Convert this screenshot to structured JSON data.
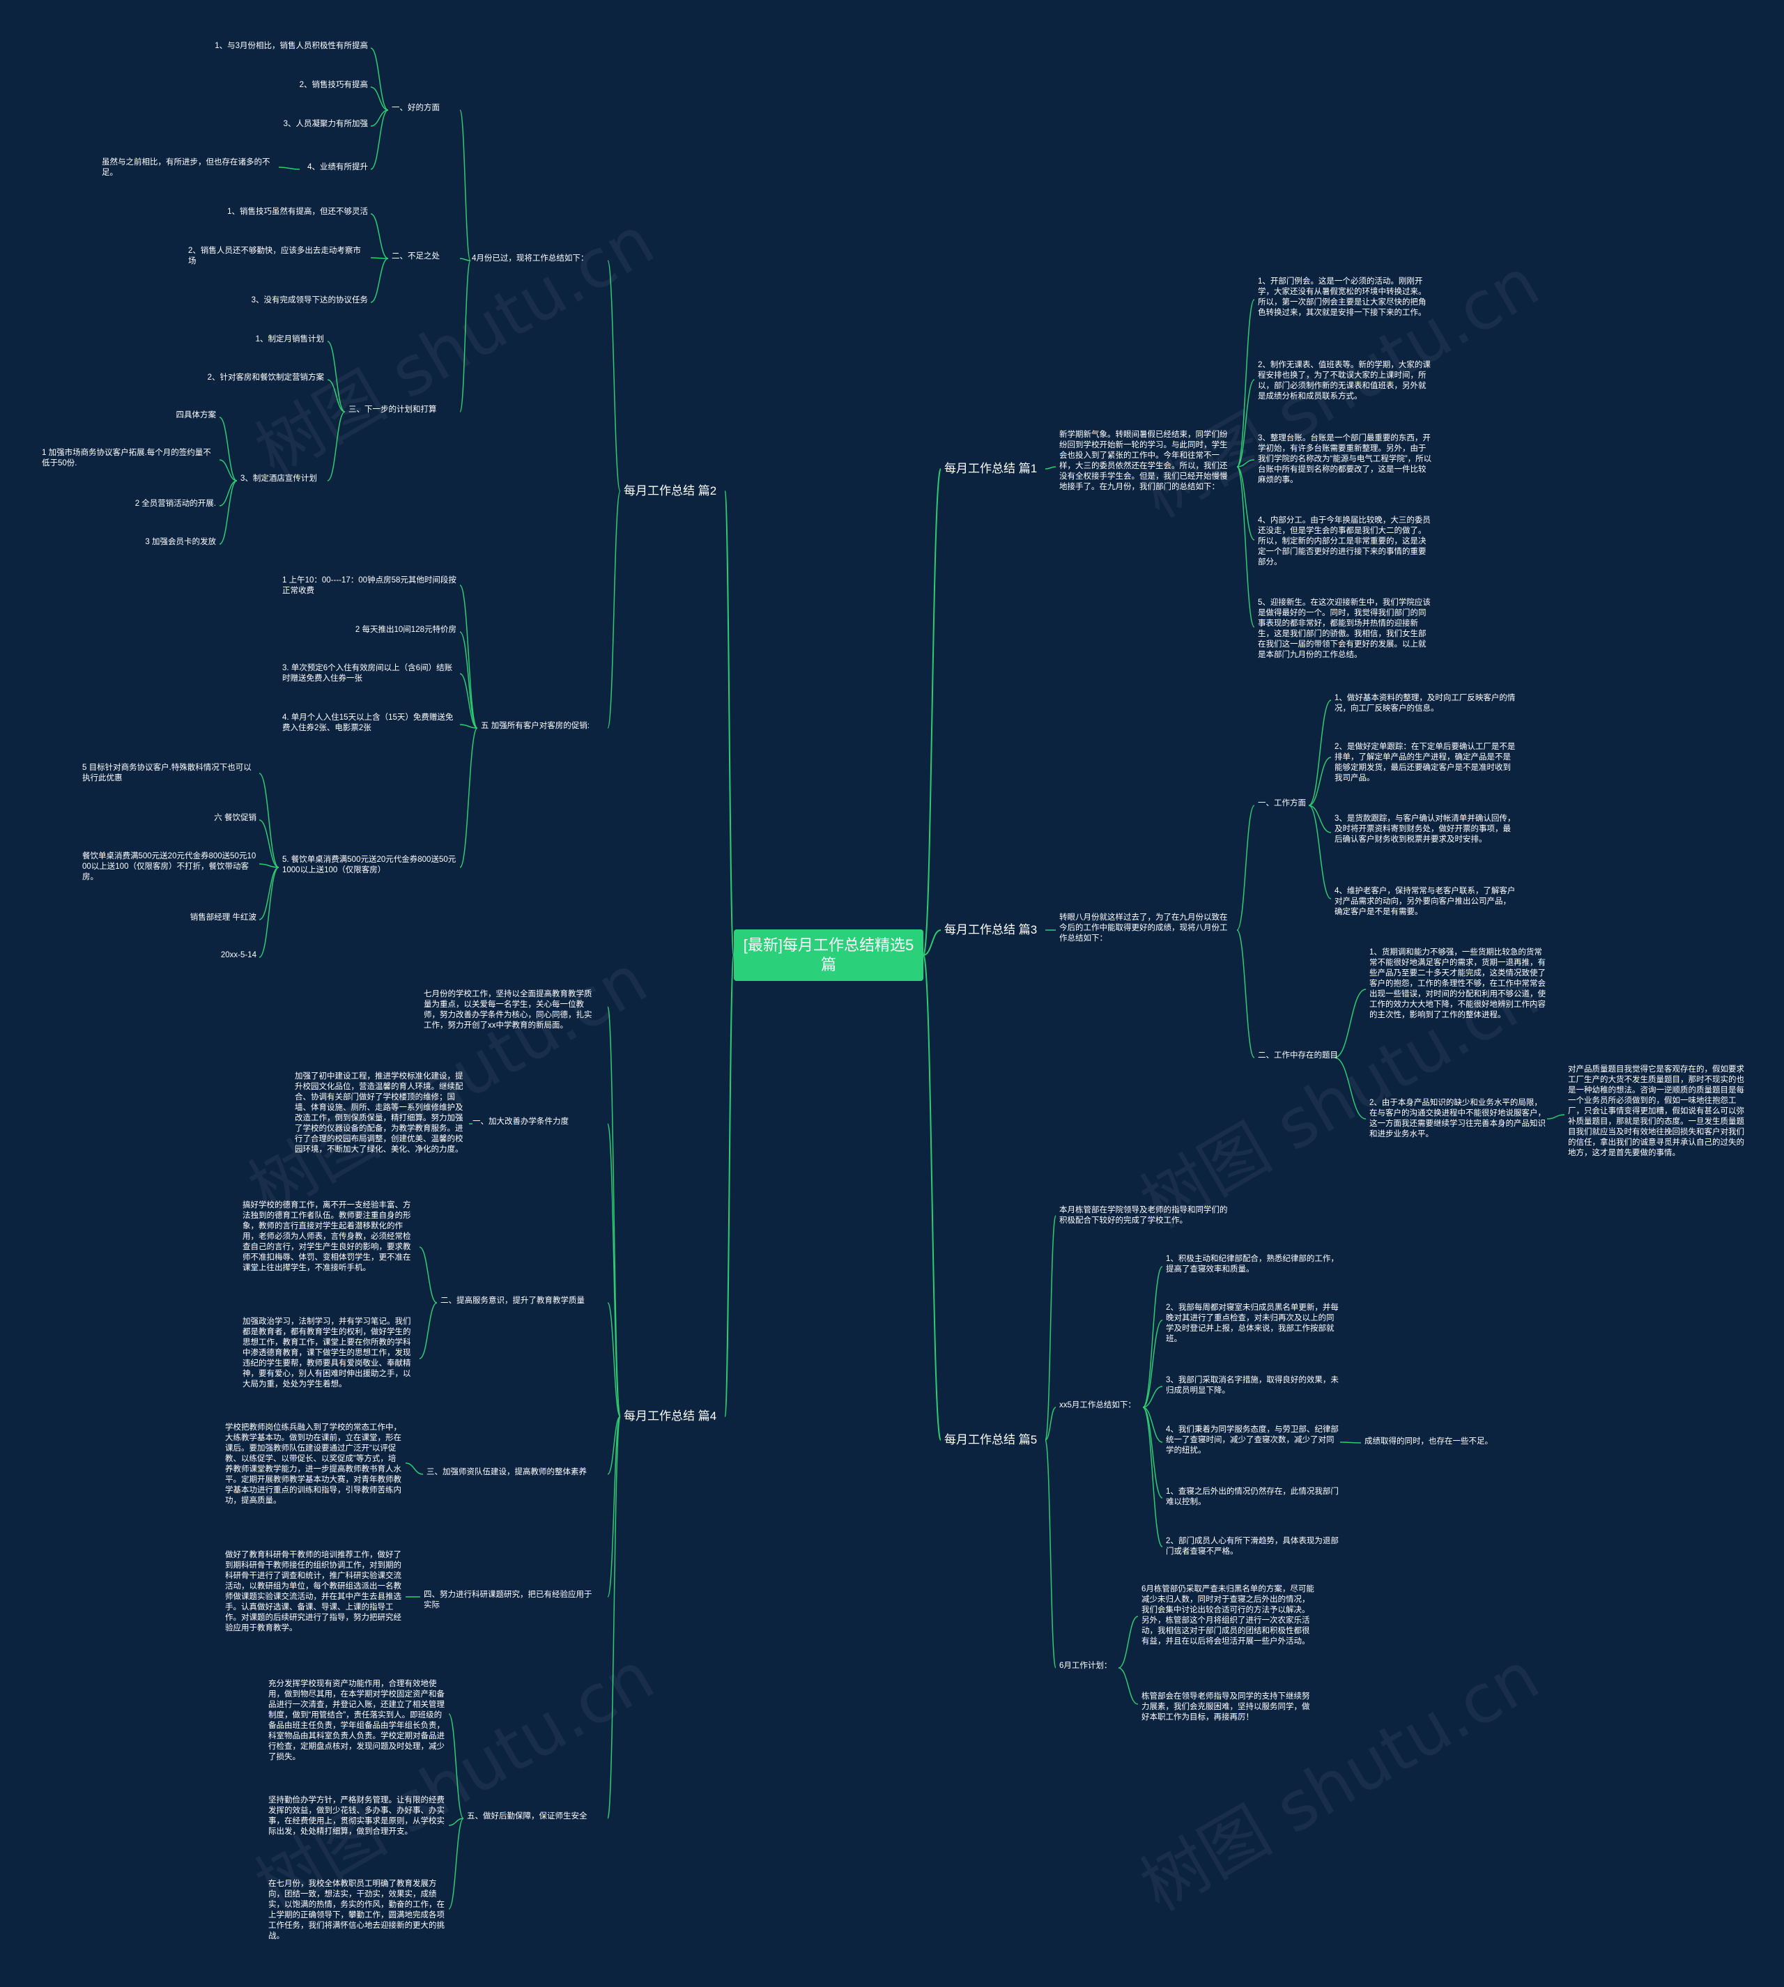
{
  "root": "[最新]每月工作总结精选5篇",
  "watermark": "树图 shutu.cn",
  "colors": {
    "background": "#0c2340",
    "line": "#2ecc71",
    "root": "#2ad07a",
    "text": "#ffffff"
  },
  "branches": {
    "b1": {
      "label": "每月工作总结 篇1",
      "n1": "新学期新气象。转眼间暑假已经结束，同学们纷纷回到学校开始新一轮的学习。与此同时，学生会也投入到了紧张的工作中。今年和往常不一样，大三的委员依然还在学生会。所以，我们还没有全权接手学生会。但是，我们已经开始慢慢地接手了。在九月份，我们部门的总结如下：",
      "items": [
        "1、开部门例会。这是一个必须的活动。刚刚开学，大家还没有从暑假宽松的环境中转换过来。所以，第一次部门例会主要是让大家尽快的把角色转换过来，其次就是安排一下接下来的工作。",
        "2、制作无课表、值班表等。新的学期，大家的课程安排也换了，为了不耽误大家的上课时间，所以，部门必须制作新的无课表和值班表，另外就是成绩分析和成员联系方式。",
        "3、整理台账。台账是一个部门最重要的东西，开学初始，有许多台账需要重新整理。另外，由于我们学院的名称改为“能源与电气工程学院”，所以台账中所有提到名称的都要改了，这是一件比较麻烦的事。",
        "4、内部分工。由于今年换届比较晚，大三的委员还没走，但是学生会的事都是我们大二的做了。所以，制定新的内部分工是非常重要的，这是决定一个部门能否更好的进行接下来的事情的重要部分。",
        "5、迎接新生。在这次迎接新生中，我们学院应该是做得最好的一个。同时，我觉得我们部门的同事表现的都非常好，都能到场并热情的迎接新生，这是我们部门的骄傲。我相信，我们女生部在我们这一届的带领下会有更好的发展。以上就是本部门九月份的工作总结。"
      ]
    },
    "b2": {
      "label": "每月工作总结 篇2",
      "april": "4月份已过，现将工作总结如下：",
      "good": "一、好的方面",
      "good_items": [
        "1、与3月份相比，销售人员积极性有所提高",
        "2、销售技巧有提高",
        "3、人员凝聚力有所加强",
        "4、业绩有所提升"
      ],
      "good_extra": "虽然与之前相比，有所进步，但也存在诸多的不足。",
      "bad": "二、不足之处",
      "bad_items": [
        "1、销售技巧虽然有提高，但还不够灵活",
        "2、销售人员还不够勤快，应该多出去走动考察市场",
        "3、没有完成领导下达的协议任务"
      ],
      "plan": "三、下一步的计划和打算",
      "plan_items": [
        "1、制定月销售计划",
        "2、针对客房和餐饮制定营销方案"
      ],
      "plan3": "3、制定酒店宣传计划",
      "plan3_items": [
        "四具体方案",
        "1 加强市场商务协议客户拓展.每个月的签约量不低于50份.",
        "2 全员营销活动的开展.",
        "3 加强会员卡的发放"
      ],
      "five": "五 加强所有客户对客房的促销:",
      "five_items": [
        "1 上午10：00----17：00钟点房58元其他时间段按正常收费",
        "2 每天推出10间128元特价房",
        "3. 单次预定6个入住有效房间以上（含6间）结账时赠送免费入住券一张",
        "4. 单月个人入住15天以上含（15天）免费赠送免费入住券2张、电影票2张"
      ],
      "five5": "5. 餐饮单桌消费满500元送20元代金券800送50元1000以上送100（仅限客房）",
      "five5_items": [
        "5 目标针对商务协议客户.特殊散科情况下也可以执行此优惠",
        "六 餐饮促销",
        "餐饮单桌消费满500元送20元代金券800送50元1000以上送100（仅限客房）不打折，餐饮带动客房。",
        "销售部经理 牛红波",
        "20xx-5-14"
      ]
    },
    "b3": {
      "label": "每月工作总结 篇3",
      "n1": "转眼八月份就这样过去了，为了在九月份以致在今后的工作中能取得更好的成绩，现将八月份工作总结如下：",
      "work": "一、工作方面",
      "work_items": [
        "1、做好基本资料的整理，及时向工厂反映客户的情况，向工厂反映客户的信息。",
        "2、是做好定单跟踪：在下定单后要确认工厂是不是排单，了解定单产品的生产进程，确定产品是不是能够定期发货，最后还要确定客户是不是准时收到我司产品。",
        "3、是货款跟踪，与客户确认对帐清单并确认回传，及时将开票资料寄到财务处，做好开票的事项，最后确认客户财务收到税票并要求及时安排。",
        "4、维护老客户，保持常常与老客户联系，了解客户对产品需求的动向，另外要向客户推出公司产品，确定客户是不是有需要。"
      ],
      "problem": "二、工作中存在的题目",
      "problem_items": [
        "1、货期调和能力不够强，一些货期比较急的货常常不能很好地满足客户的需求，货期一退再推，有些产品乃至要二十多天才能完成，这类情况致使了客户的抱怨，工作的条理性不够，在工作中常常会出现一些错误，对时间的分配和利用不够公道，使工作的效力大大地下降，不能很好地辨别工作内容的主次性，影响到了工作的整体进程。",
        "2、由于本身产品知识的缺少和业务水平的局限，在与客户的沟通交换进程中不能很好地说服客户，这一方面我还需要继续学习往完善本身的产品知识和进步业务水平。"
      ],
      "problem_extra": "对产品质量题目我觉得它是客观存在的，假如要求工厂生产的大货不发生质量题目，那时不现实的也是一种幼稚的想法。咨询一逆顺质的质量题目是每一个业务员所必须做到的，假如一味地往抱怨工厂，只会让事情变得更加糟，假如说有甚么可以弥补质量题目，那就是我们的态度。一旦发生质量题目我们就应当及时有效地往挽回损失和客户对我们的信任，拿出我们的诚意寻觅并承认自己的过失的地方，这才是首先要做的事情。"
    },
    "b4": {
      "label": "每月工作总结 篇4",
      "n0": "七月份的学校工作，坚持以全面提高教育教学质量为重点，以关爱每一名学生，关心每一位教师，努力改善办学条件为核心，同心同德，扎实工作，努力开创了xx中学教育的新局面。",
      "s1": "一、加大改善办学条件力度",
      "s1_text": "加强了初中建设工程，推进学校标准化建设，提升校园文化品位，营造温馨的育人环境。继续配合、协调有关部门做好了学校楼顶的维修；国墙、体育设施、厕所、走路等一系列维修维护及改造工作，倒到保质保量，精打细算。努力加强了学校的仪器设备的配备，为教学教育服务。进行了合理的校园布局调整，创建优美、温馨的校园环境，不断加大了绿化、美化、净化的力度。",
      "s2": "二、提高服务意识，提升了教育教学质量",
      "s2_items": [
        "搞好学校的德育工作，离不开一支经验丰富、方法独到的德育工作者队伍。教师要注重自身的形象，教师的言行直接对学生起着潜移默化的作用，老师必须为人师表，言传身教，必须经常检查自己的言行，对学生产生良好的影响，要求教师不准扣梅辱、体罚、变相体罚学生，更不准在课堂上往出撵学生，不准接听手机。",
        "加强政治学习，法制学习，并有学习笔记。我们都是教育者，都有教育学生的权利，做好学生的思想工作，教育工作，课堂上要在你所教的学科中渗透德育教育，课下做学生的思想工作，发现违纪的学生要帮，教师要具有爱岗敬业、奉献精神，要有爱心，别人有困难时伸出援助之手，以大局为重，处处为学生着想。"
      ],
      "s3": "三、加强师资队伍建设，提高教师的整体素养",
      "s3_text": "学校把教师岗位练兵融入到了学校的常态工作中，大练教学基本功。做到功在课前，立在课堂，形在课后。要加强教师队伍建设要通过广泛开“以评促教、以练促学、以带促长、以奖促成”等方式，培养教师课堂教学能力，进一步提高教师教书育人水平。定期开展教师教学基本功大赛，对青年教师教学基本功进行重点的训练和指导，引导教师苦练内功，提高质量。",
      "s4": "四、努力进行科研课题研究，把已有经验应用于实际",
      "s4_text": "做好了教育科研骨干教师的培训推荐工作，做好了到期科研骨干教师接任的组织协调工作，对到期的科研骨干进行了调查和统计，推广科研实验课交流活动，以教研组为单位，每个教研组选派出一名教师做课题实验课交流活动，并在其中产生去县推选手。认真做好选课、备课、导课、上课的指导工作。对课题的后续研究进行了指导，努力把研究经验应用于教育教学。",
      "s5": "五、做好后勤保障，保证师生安全",
      "s5_items": [
        "充分发挥学校现有资产功能作用，合理有效地使用，做到物尽其用，在本学期对学校固定资产和备品进行一次清查，并登记入账，还建立了相关管理制度，做到“用管结合”，责任落实到人。即班级的备品由班主任负责，学年组备品由学年组长负责，科室物品由其科室负责人负责。学校定期对备品进行检查，定期盘点核对，发现问题及时处理，减少了损失。",
        "坚持勤俭办学方针，严格财务管理。让有限的经费发挥的效益，做到少花钱、多办事、办好事、办实事，在经费使用上，贯彻实事求是原则，从学校实际出发，处处精打细算，做到合理开支。",
        "在七月份，我校全体教职员工明确了教育发展方向，团结一致，想法实，干劲实，效果实，成绩实，以饱满的热情，务实的作风，勤奋的工作，在上学期的正确领导下，攀勤工作，圆满地完成各项工作任务，我们将满怀信心地去迎接新的更大的挑战。"
      ]
    },
    "b5": {
      "label": "每月工作总结 篇5",
      "n0": "本月栋管部在学院领导及老师的指导和同学们的积极配合下较好的完成了学校工作。",
      "x5": "xx5月工作总结如下：",
      "x5_items": [
        "1、积极主动和纪律部配合，熟悉纪律部的工作，提高了查寝效率和质量。",
        "2、我部每周都对寝室未归成员黑名单更新，并每晚对其进行了重点检查，对未归再次及以上的同学及时登记并上报，总体来说，我部工作按部就班。",
        "3、我部门采取消名字措施，取得良好的效果，未归成员明显下降。",
        "4、我们秉着为同学服务态度，与劳卫部、纪律部统一了查寝时间，减少了查寝次数，减少了对同学的纽扰。",
        "1、查寝之后外出的情况仍然存在，此情况我部门难以控制。",
        "2、部门成员人心有所下滑趋势，具体表现为退部门或者查寝不严格。"
      ],
      "x5_4_extra": "成绩取得的同时，也存在一些不足。",
      "june": "6月工作计划：",
      "june_items": [
        "6月栋管部仍采取严查未归黑名单的方案，尽可能减少未归人数，同时对于查寝之后外出的情况，我们会集中讨论出较合适可行的方法予以解决。另外，栋管部这个月将组织了进行一次农家乐活动，我相信这对于部门成员的团结和积极性都很有益，并且在以后将会坦活开展一些户外活动。",
        "栋管部会在领导老师指导及同学的支持下继续努力展素，我们会克服困难，坚持以服务同学，做好本职工作为目标，再接再厉！"
      ]
    }
  }
}
